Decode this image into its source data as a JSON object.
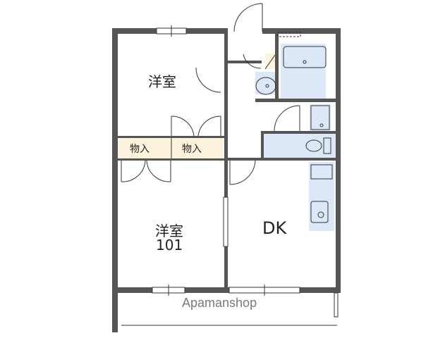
{
  "floorplan": {
    "unit_number": "101",
    "rooms": [
      {
        "id": "western-room-north",
        "label": "洋室"
      },
      {
        "id": "western-room-south",
        "label": "洋室"
      },
      {
        "id": "dining-kitchen",
        "label": "DK"
      }
    ],
    "closets": [
      {
        "id": "closet-left",
        "label": "物入"
      },
      {
        "id": "closet-right",
        "label": "物入"
      }
    ],
    "watermark": "Apamanshop",
    "colors": {
      "wall": "#555555",
      "wet_area": "#dce8f7",
      "closet": "#fdf3dc",
      "line": "#333333"
    }
  }
}
